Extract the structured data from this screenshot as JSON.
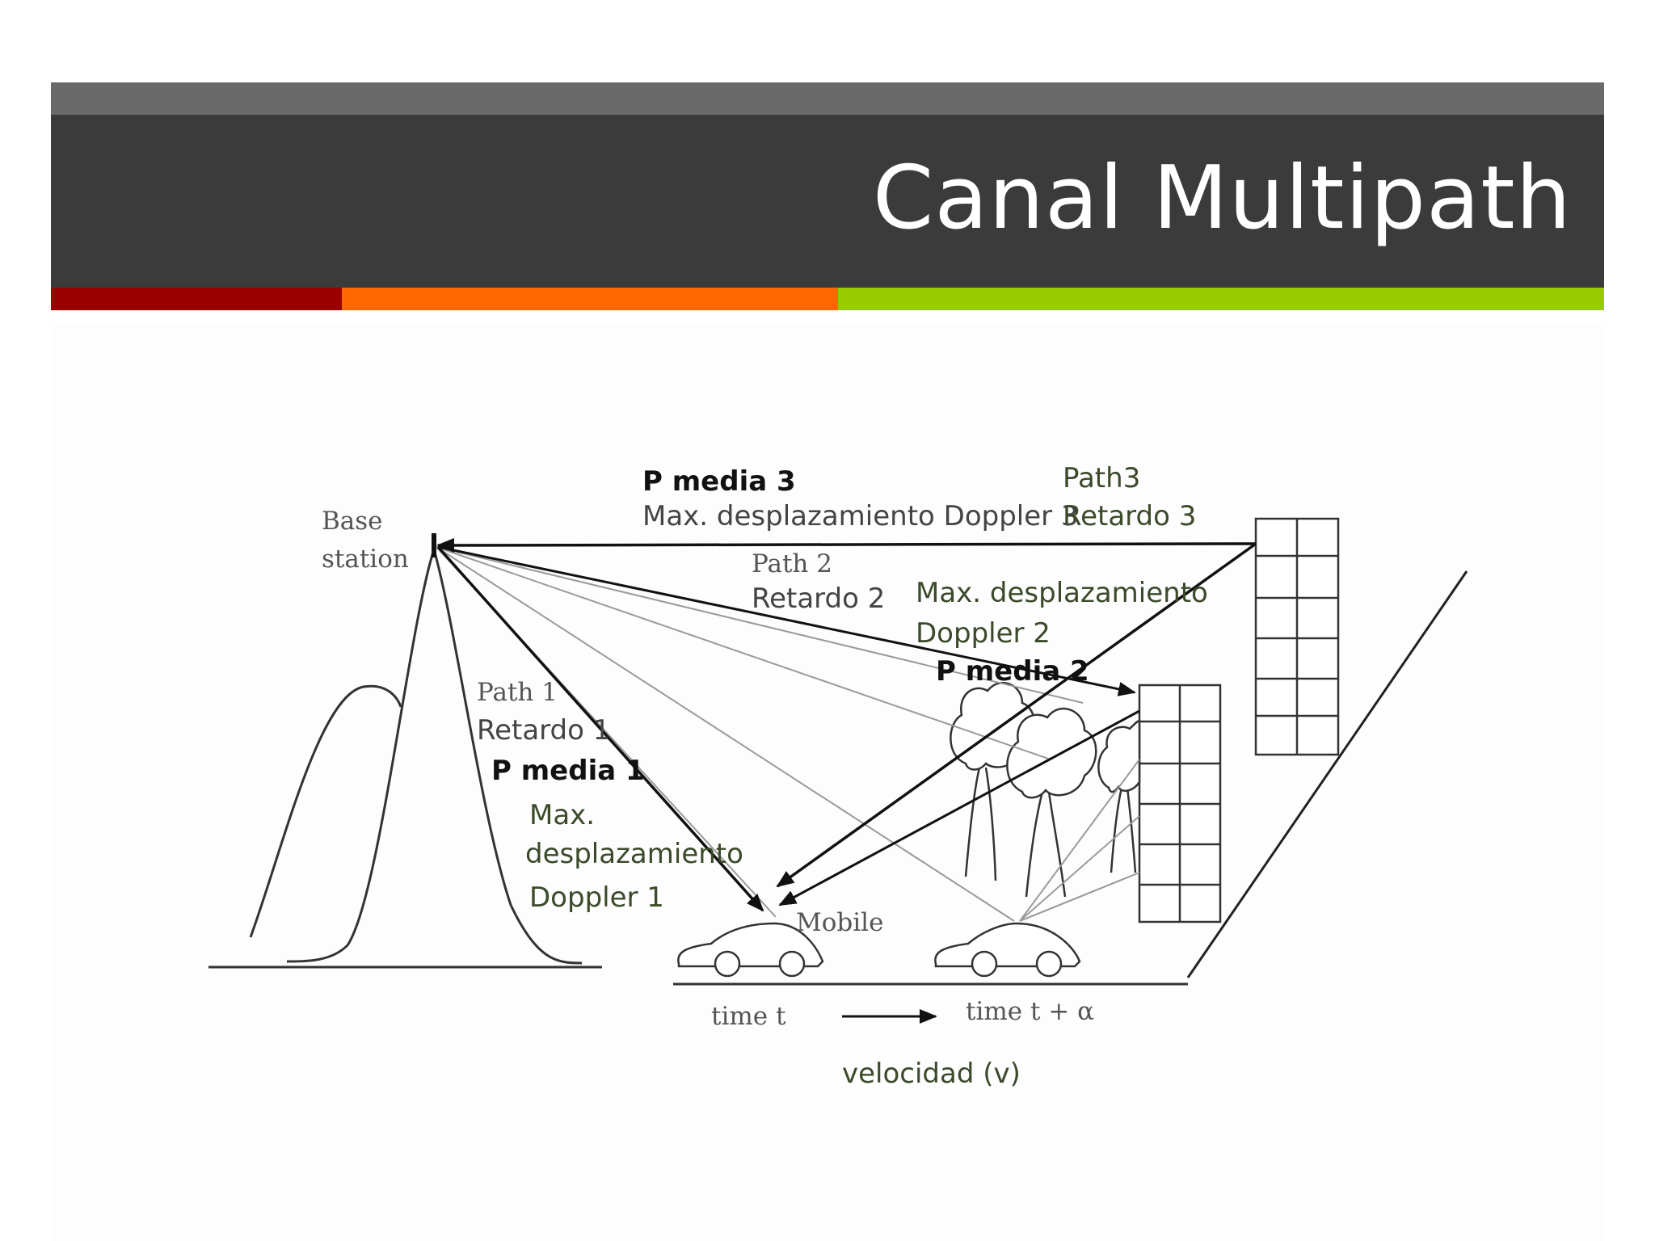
{
  "slide": {
    "title": "Canal Multipath",
    "accent_colors": {
      "red": "#990000",
      "orange": "#ff6600",
      "green": "#99cc00"
    },
    "header_colors": {
      "top_strip": "#6a6a6a",
      "main": "#3b3b3b"
    }
  },
  "diagram": {
    "base_station": {
      "line1": "Base",
      "line2": "station"
    },
    "path3": {
      "power": "P media 3",
      "doppler": "Max. desplazamiento Doppler 3",
      "name": "Path3",
      "delay": "Retardo 3"
    },
    "path2": {
      "name": "Path 2",
      "delay": "Retardo 2",
      "doppler_line1": "Max. desplazamiento",
      "doppler_line2": "Doppler 2",
      "power": "P media 2"
    },
    "path1": {
      "name": "Path 1",
      "delay": "Retardo 1",
      "power": "P media 1",
      "doppler_line1": "Max.",
      "doppler_line2": "desplazamiento",
      "doppler_line3": "Doppler 1"
    },
    "mobile_label": "Mobile",
    "time_start": "time t",
    "time_end": "time t + α",
    "velocity": "velocidad (v)"
  }
}
